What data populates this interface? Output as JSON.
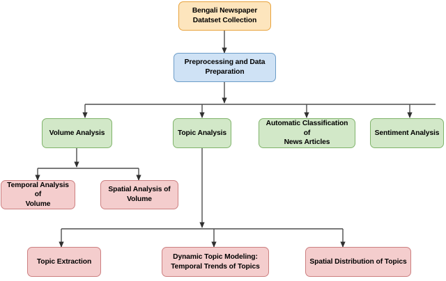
{
  "diagram": {
    "type": "flowchart",
    "title": "Bengali Newspaper Analysis Pipeline",
    "orientation": "top-down",
    "palette": {
      "source_fill": "#fde5bd",
      "source_stroke": "#e8a33d",
      "process_fill": "#cfe2f5",
      "process_stroke": "#6b9cc8",
      "analysis_fill": "#d2e8c8",
      "analysis_stroke": "#7fb36a",
      "task_fill": "#f4cdcd",
      "task_stroke": "#cc7f80",
      "edge_stroke": "#4d4d4d",
      "background": "#ffffff"
    },
    "nodes": [
      {
        "id": "dataset-collection",
        "label": "Bengali Newspaper\nDatatset Collection",
        "level": 0,
        "kind": "source"
      },
      {
        "id": "preprocessing",
        "label": "Preprocessing and Data\nPreparation",
        "level": 1,
        "kind": "process"
      },
      {
        "id": "volume-analysis",
        "label": "Volume Analysis",
        "level": 2,
        "kind": "analysis"
      },
      {
        "id": "topic-analysis",
        "label": "Topic Analysis",
        "level": 2,
        "kind": "analysis"
      },
      {
        "id": "automatic-classification",
        "label": "Automatic Classification of\nNews Articles",
        "level": 2,
        "kind": "analysis"
      },
      {
        "id": "sentiment-analysis",
        "label": "Sentiment Analysis",
        "level": 2,
        "kind": "analysis"
      },
      {
        "id": "temporal-analysis-volume",
        "label": "Temporal Analysis of\nVolume",
        "level": 3,
        "kind": "task"
      },
      {
        "id": "spatial-analysis-volume",
        "label": "Spatial Analysis of\nVolume",
        "level": 3,
        "kind": "task"
      },
      {
        "id": "topic-extraction",
        "label": "Topic Extraction",
        "level": 4,
        "kind": "task"
      },
      {
        "id": "dynamic-topic-modeling",
        "label": "Dynamic Topic Modeling:\nTemporal Trends of Topics",
        "level": 4,
        "kind": "task"
      },
      {
        "id": "spatial-distribution-topics",
        "label": "Spatial Distribution of Topics",
        "level": 4,
        "kind": "task"
      }
    ],
    "edges": [
      {
        "from": "dataset-collection",
        "to": "preprocessing"
      },
      {
        "from": "preprocessing",
        "to": "volume-analysis"
      },
      {
        "from": "preprocessing",
        "to": "topic-analysis"
      },
      {
        "from": "preprocessing",
        "to": "automatic-classification"
      },
      {
        "from": "preprocessing",
        "to": "sentiment-analysis"
      },
      {
        "from": "volume-analysis",
        "to": "temporal-analysis-volume"
      },
      {
        "from": "volume-analysis",
        "to": "spatial-analysis-volume"
      },
      {
        "from": "topic-analysis",
        "to": "topic-extraction"
      },
      {
        "from": "topic-analysis",
        "to": "dynamic-topic-modeling"
      },
      {
        "from": "topic-analysis",
        "to": "spatial-distribution-topics"
      }
    ]
  }
}
